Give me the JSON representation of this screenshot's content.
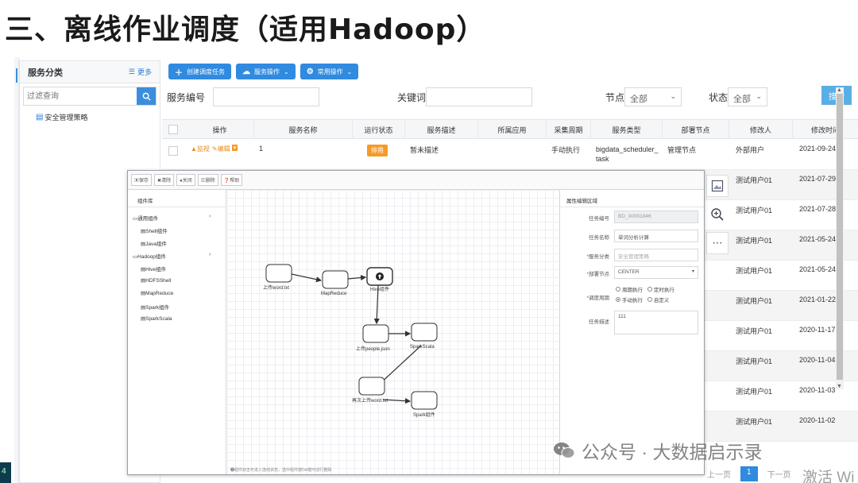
{
  "slide_title": "三、离线作业调度（适用Hadoop）",
  "sidebar": {
    "title": "服务分类",
    "more_label": "更多",
    "filter_placeholder": "过滤查询",
    "tree_items": [
      {
        "label": "安全管理策略"
      }
    ]
  },
  "toolbar": {
    "create_label": "创建调度任务",
    "service_ops_label": "服务操作",
    "common_ops_label": "常用操作"
  },
  "search": {
    "service_no_label": "服务编号",
    "keyword_label": "关键词",
    "node_label": "节点",
    "node_value": "全部",
    "status_label": "状态",
    "status_value": "全部",
    "search_button": "搜索"
  },
  "grid": {
    "columns": [
      "操作",
      "服务名称",
      "运行状态",
      "服务描述",
      "所属应用",
      "采集周期",
      "服务类型",
      "部署节点",
      "修改人",
      "修改时间"
    ],
    "first_row": {
      "op_view": "监视",
      "op_edit": "编辑",
      "name": "1",
      "status": "停用",
      "desc": "暂未描述",
      "app": "",
      "period": "手动执行",
      "type": "bigdata_scheduler_task",
      "node": "管理节点",
      "modifier": "外部用户",
      "time": "2021-09-24"
    },
    "rows": [
      {
        "modifier": "测试用户01",
        "time": "2021-07-29"
      },
      {
        "modifier": "测试用户01",
        "time": "2021-07-28"
      },
      {
        "modifier": "测试用户01",
        "time": "2021-05-24"
      },
      {
        "modifier": "测试用户01",
        "time": "2021-05-24"
      },
      {
        "modifier": "测试用户01",
        "time": "2021-01-22"
      },
      {
        "modifier": "测试用户01",
        "time": "2020-11-17"
      },
      {
        "modifier": "测试用户01",
        "time": "2020-11-04"
      },
      {
        "modifier": "测试用户01",
        "time": "2020-11-03"
      },
      {
        "modifier": "测试用户01",
        "time": "2020-11-02"
      }
    ]
  },
  "pager": {
    "prev": "上一页",
    "current": "1",
    "next": "下一页"
  },
  "editor": {
    "toolbar": [
      "保存",
      "清除",
      "关闭",
      "删除",
      "帮助"
    ],
    "lib_title": "组件库",
    "lib_items": [
      {
        "label": "通用组件",
        "group": true
      },
      {
        "label": "Shell组件",
        "group": false
      },
      {
        "label": "Java组件",
        "group": false
      },
      {
        "label": "Hadoop组件",
        "group": true
      },
      {
        "label": "Hive组件",
        "group": false
      },
      {
        "label": "HDFSShell",
        "group": false
      },
      {
        "label": "MapReduce",
        "group": false
      },
      {
        "label": "Spark组件",
        "group": false
      },
      {
        "label": "SparkScala",
        "group": false
      }
    ],
    "nodes": [
      "上传word.txt",
      "MapReduce",
      "Hive组件",
      "上传people.json",
      "SparkScala",
      "再次上传word.txt",
      "Spark组件"
    ],
    "canvas_hint": "❶组件双击可进入连线状态，选中组件按Del键可进行删除",
    "props_title": "属性编辑区域",
    "props": {
      "task_no_label": "任务编号",
      "task_no": "BD_00001846",
      "task_name_label": "任务名称",
      "task_name": "单词分析计算",
      "category_label": "服务分类",
      "category": "安全管理策略",
      "node_label": "部署节点",
      "node": "CENTER",
      "cycle_label": "调度周期",
      "cycle_options": [
        "周期执行",
        "定时执行",
        "手动执行",
        "自定义"
      ],
      "cycle_selected": "手动执行",
      "desc_label": "任务描述",
      "desc": "111"
    }
  },
  "watermark": {
    "text": "公众号 · 大数据启示录",
    "activate": "激活 Wi"
  },
  "corner_badge": "4"
}
